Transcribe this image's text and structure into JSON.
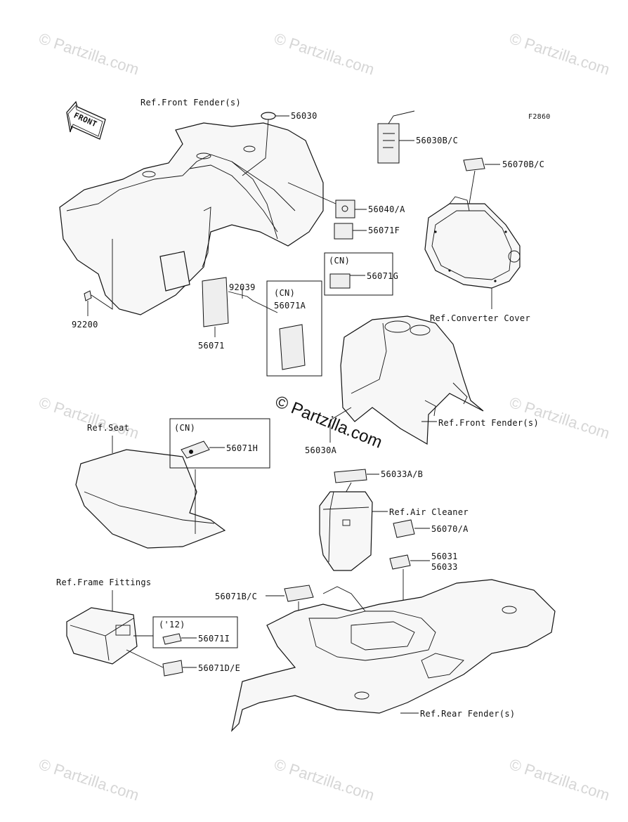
{
  "figure_code": "F2860",
  "watermarks": {
    "small": "© Partzilla.com",
    "center": "© Partzilla.com"
  },
  "arrow_label": "FRONT",
  "labels": {
    "ref_front_fender_top": "Ref.Front Fender(s)",
    "p56030": "56030",
    "p56030bc": "56030B/C",
    "p56070bc": "56070B/C",
    "p56040a": "56040/A",
    "p56071f": "56071F",
    "cn1": "(CN)",
    "p56071g": "56071G",
    "ref_converter_cover": "Ref.Converter Cover",
    "p92039": "92039",
    "cn2": "(CN)",
    "p56071a": "56071A",
    "p92200": "92200",
    "p56071": "56071",
    "ref_front_fender_mid": "Ref.Front Fender(s)",
    "p56030a": "56030A",
    "ref_seat": "Ref.Seat",
    "cn3": "(CN)",
    "p56071h": "56071H",
    "p56033ab": "56033A/B",
    "ref_air_cleaner": "Ref.Air Cleaner",
    "p56070a": "56070/A",
    "p56031": "56031",
    "p56033": "56033",
    "ref_frame_fittings": "Ref.Frame Fittings",
    "p56071bc": "56071B/C",
    "year12": "('12)",
    "p56071i": "56071I",
    "p56071de": "56071D/E",
    "ref_rear_fender": "Ref.Rear Fender(s)"
  }
}
